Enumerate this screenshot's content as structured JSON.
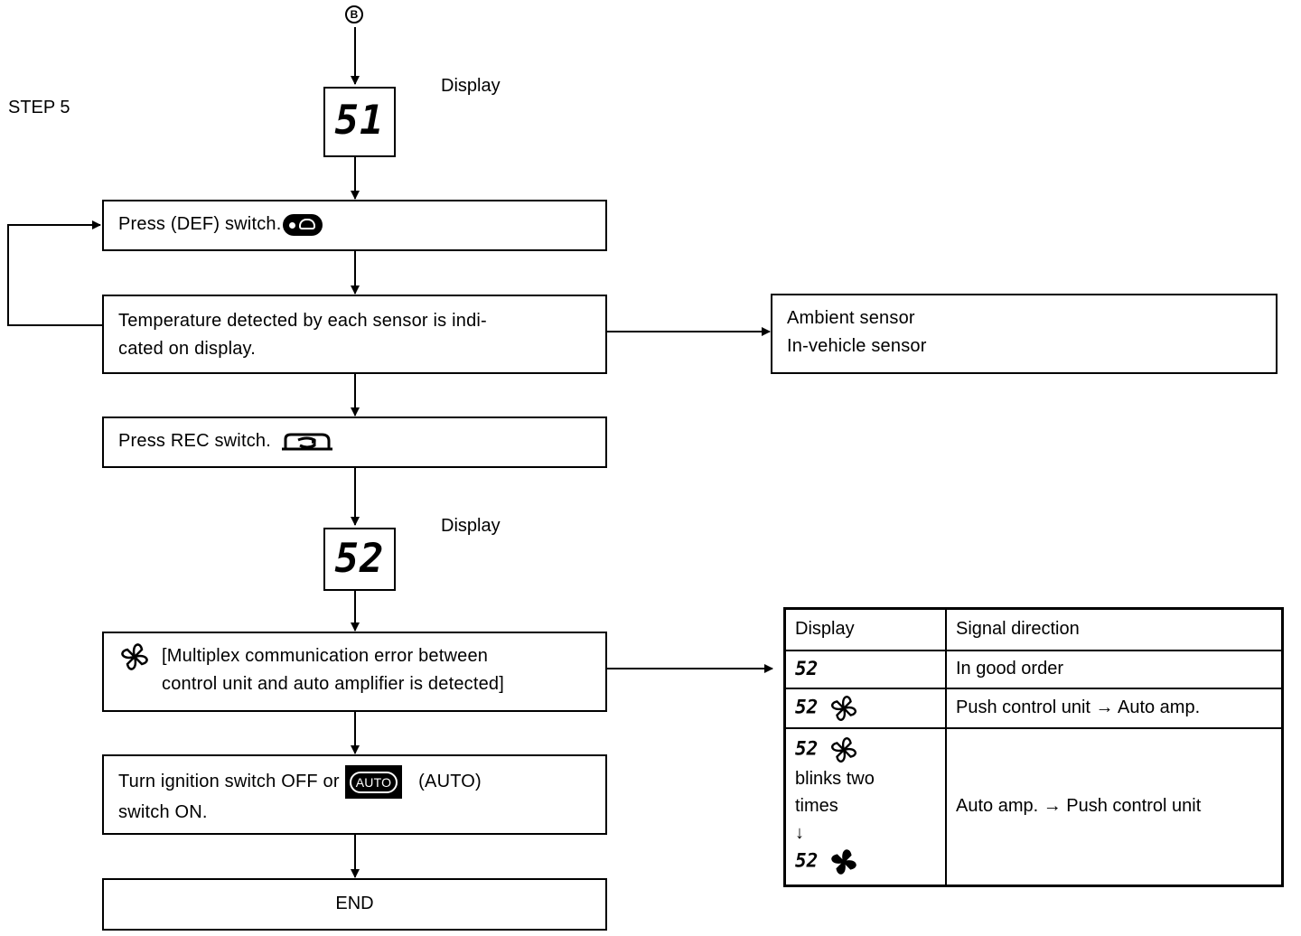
{
  "marker": "B",
  "step_label": "STEP 5",
  "display_label": "Display",
  "display_1": "51",
  "display_2": "52",
  "boxes": {
    "press_def": "Press (DEF) switch.",
    "temp_line1": "Temperature detected by each sensor is indi-",
    "temp_line2": "cated on display.",
    "sensors_line1": "Ambient sensor",
    "sensors_line2": "In-vehicle sensor",
    "press_rec": "Press REC switch.",
    "multiplex_line1": "[Multiplex communication error between",
    "multiplex_line2": "control unit and auto amplifier is detected]",
    "turn_line1_a": "Turn ignition switch OFF or",
    "auto_badge": "AUTO",
    "turn_line1_b": "(AUTO)",
    "turn_line2": "switch ON.",
    "end": "END"
  },
  "table": {
    "headers": [
      "Display",
      "Signal direction"
    ],
    "rows": [
      {
        "display": "52",
        "signal": "In good order"
      },
      {
        "display": "52",
        "signal": "Push control unit → Auto amp."
      },
      {
        "display": "52",
        "blink_line1": "blinks two",
        "blink_line2": "times",
        "arrow": "↓",
        "display_after": "52",
        "signal": "Auto amp. → Push control unit"
      }
    ]
  },
  "icons": [
    "def-switch-icon",
    "rec-switch-icon",
    "fan-icon",
    "auto-switch-icon"
  ]
}
